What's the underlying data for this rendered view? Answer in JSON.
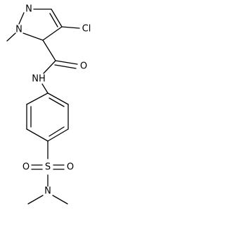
{
  "molecule": {
    "atoms": {
      "pyrazole_n2": "N",
      "pyrazole_n1": "N",
      "chlorine": "Cl",
      "carbonyl_o": "O",
      "amide_nh": "NH",
      "sulfur": "S",
      "sulfonyl_o_left": "O",
      "sulfonyl_o_right": "O",
      "amine_n": "N"
    }
  }
}
